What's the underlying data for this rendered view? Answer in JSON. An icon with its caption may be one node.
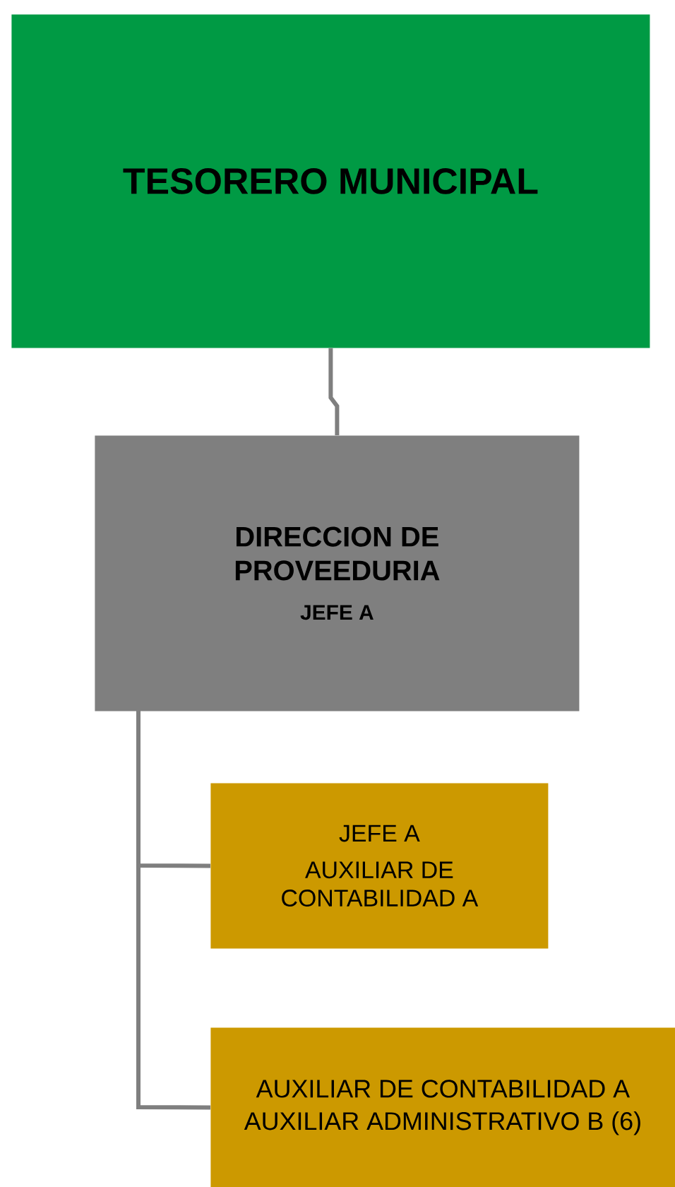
{
  "diagram": {
    "nodes": [
      {
        "text": [
          "TESORERO MUNICIPAL"
        ]
      },
      {
        "text": [
          "DIRECCION DE PROVEEDURIA",
          "JEFE A"
        ]
      },
      {
        "text": [
          "JEFE A",
          "AUXILIAR DE CONTABILIDAD A"
        ]
      },
      {
        "text": [
          "AUXILIAR DE CONTABILIDAD A",
          "AUXILIAR ADMINISTRATIVO B (6)"
        ]
      }
    ],
    "edges": [
      {
        "from": 0,
        "to": 1,
        "arrow": "none"
      },
      {
        "from": 1,
        "to": 2,
        "arrow": "none"
      },
      {
        "from": 1,
        "to": 3,
        "arrow": "none"
      }
    ]
  }
}
